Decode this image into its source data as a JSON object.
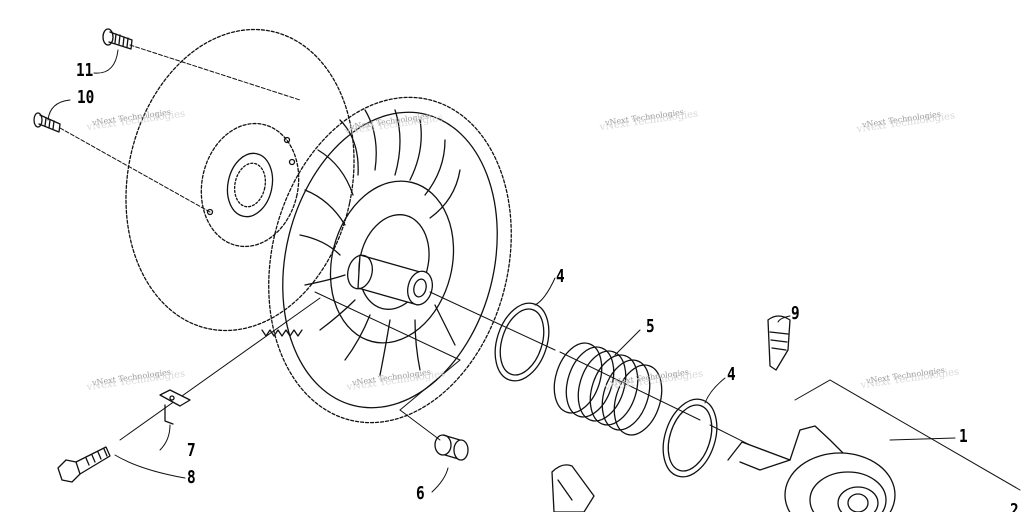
{
  "callouts": {
    "c1": "1",
    "c2": "2",
    "c4a": "4",
    "c4b": "4",
    "c5": "5",
    "c6": "6",
    "c7": "7",
    "c8": "8",
    "c9": "9",
    "c10": "10",
    "c11": "11"
  },
  "watermark": "vNext Technologies"
}
